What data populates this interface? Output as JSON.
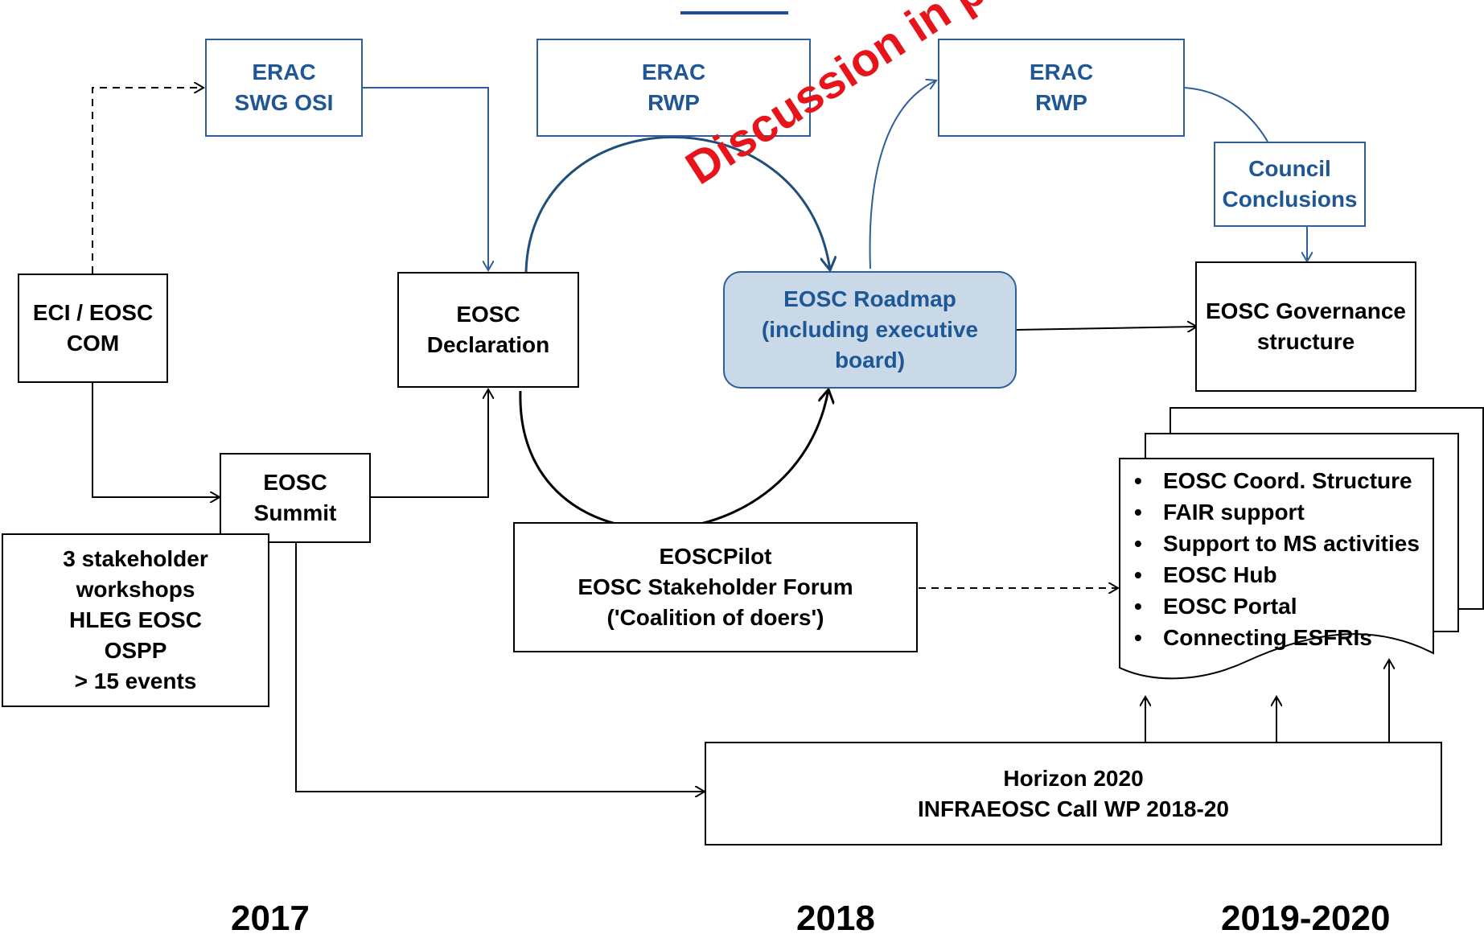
{
  "nodes": {
    "erac_swg": {
      "line1": "ERAC",
      "line2": "SWG OSI"
    },
    "erac_rwp_2018": {
      "line1": "ERAC",
      "line2": "RWP"
    },
    "erac_rwp_2019": {
      "line1": "ERAC",
      "line2": "RWP"
    },
    "council": {
      "line1": "Council",
      "line2": "Conclusions"
    },
    "eci": {
      "line1": "ECI / EOSC",
      "line2": "COM"
    },
    "declaration": {
      "line1": "EOSC",
      "line2": "Declaration"
    },
    "roadmap": {
      "line1": "EOSC Roadmap",
      "line2": "(including executive",
      "line3": "board)"
    },
    "governance": {
      "line1": "EOSC Governance",
      "line2": "structure"
    },
    "summit": {
      "line1": "EOSC",
      "line2": "Summit"
    },
    "workshops": {
      "line1": "3 stakeholder",
      "line2": "workshops",
      "line3": "HLEG EOSC",
      "line4": "OSPP",
      "line5": "> 15 events"
    },
    "pilot": {
      "line1": "EOSCPilot",
      "line2": "EOSC Stakeholder Forum",
      "line3": "('Coalition of doers')"
    },
    "horizon": {
      "line1": "Horizon 2020",
      "line2": "INFRAEOSC Call  WP 2018-20"
    }
  },
  "document_items": [
    "EOSC Coord. Structure",
    "FAIR support",
    "Support to MS activities",
    "EOSC Hub",
    "EOSC Portal",
    "Connecting ESFRIs"
  ],
  "years": {
    "y2017": "2017",
    "y2018": "2018",
    "y2019": "2019-2020"
  },
  "stamp": "Discussion in progress",
  "colors": {
    "blue_border": "#2e5f99",
    "blue_text": "#1f5796",
    "roadmap_fill": "#c9d9e8",
    "stamp_red": "#e8141b"
  }
}
